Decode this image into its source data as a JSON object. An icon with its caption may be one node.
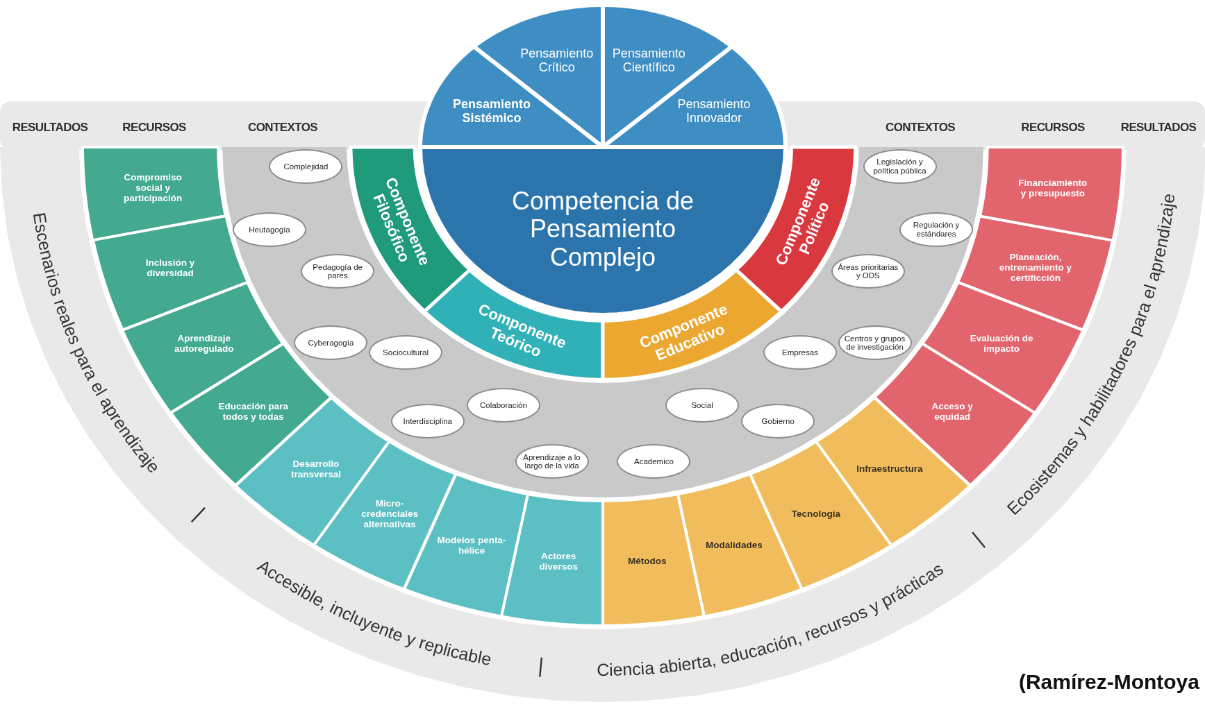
{
  "diagram": {
    "nodes": [
      {
        "text": [
          "Pensamiento Crítico"
        ]
      },
      {
        "text": [
          "Pensamiento Científico"
        ]
      },
      {
        "text": [
          "Pensamiento Sistémico"
        ]
      },
      {
        "text": [
          "Pensamiento Innovador"
        ]
      },
      {
        "text": [
          "Competencia de Pensamiento Complejo"
        ]
      },
      {
        "text": [
          "Componente Filosófico"
        ]
      },
      {
        "text": [
          "Componente Teórico"
        ]
      },
      {
        "text": [
          "Componente Educativo"
        ]
      },
      {
        "text": [
          "Componente Político"
        ]
      },
      {
        "text": [
          "Complejidad"
        ]
      },
      {
        "text": [
          "Heutagogía"
        ]
      },
      {
        "text": [
          "Pedagogía de pares"
        ]
      },
      {
        "text": [
          "Cyberagogía"
        ]
      },
      {
        "text": [
          "Sociocultural"
        ]
      },
      {
        "text": [
          "Interdisciplina"
        ]
      },
      {
        "text": [
          "Colaboración"
        ]
      },
      {
        "text": [
          "Aprendizaje a lo largo de la vida"
        ]
      },
      {
        "text": [
          "Academico"
        ]
      },
      {
        "text": [
          "Social"
        ]
      },
      {
        "text": [
          "Gobierno"
        ]
      },
      {
        "text": [
          "Empresas"
        ]
      },
      {
        "text": [
          "Centros y grupos de investigación"
        ]
      },
      {
        "text": [
          "Áreas prioritarias y ODS"
        ]
      },
      {
        "text": [
          "Regulación y estándares"
        ]
      },
      {
        "text": [
          "Legislación y política pública"
        ]
      },
      {
        "text": [
          "Compromiso social y participación"
        ]
      },
      {
        "text": [
          "Inclusión y diversidad"
        ]
      },
      {
        "text": [
          "Aprendizaje autoregulado"
        ]
      },
      {
        "text": [
          "Educación para todos y todas"
        ]
      },
      {
        "text": [
          "Desarrollo transversal"
        ]
      },
      {
        "text": [
          "Micro-credenciales alternativas"
        ]
      },
      {
        "text": [
          "Modelos penta-hélice"
        ]
      },
      {
        "text": [
          "Actores diversos"
        ]
      },
      {
        "text": [
          "Métodos"
        ]
      },
      {
        "text": [
          "Modalidades"
        ]
      },
      {
        "text": [
          "Tecnología"
        ]
      },
      {
        "text": [
          "Infraestructura"
        ]
      },
      {
        "text": [
          "Acceso y equidad"
        ]
      },
      {
        "text": [
          "Evaluación de impacto"
        ]
      },
      {
        "text": [
          "Planeación, entrenamiento y certificción"
        ]
      },
      {
        "text": [
          "Financiamiento y presupuesto"
        ]
      }
    ],
    "labels": [
      "RESULTADOS",
      "RECURSOS",
      "CONTEXTOS",
      "CONTEXTOS",
      "RECURSOS",
      "RESULTADOS",
      "Escenarios reales para el aprendizaje",
      "|",
      "Accesible, incluyente y replicable",
      "|",
      "Ciencia abierta, educación, recursos y prácticas",
      "|",
      "Ecosistemas y habilitadores para el aprendizaje",
      "(Ramírez-Montoya"
    ]
  }
}
